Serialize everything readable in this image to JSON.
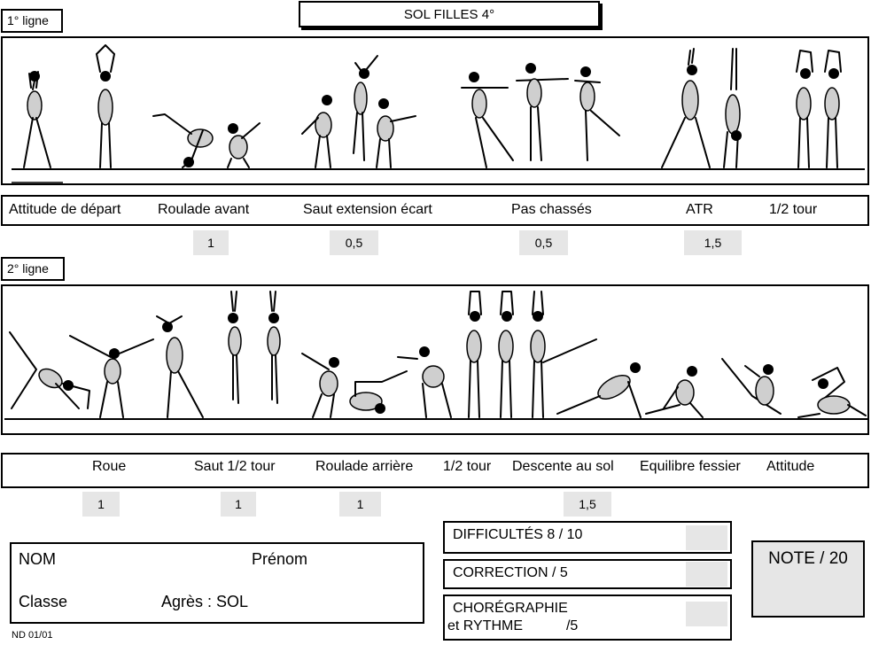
{
  "title": "SOL  FILLES  4°",
  "row1": {
    "heading": "1° ligne",
    "labels": [
      "Attitude de départ",
      "Roulade avant",
      "Saut extension écart",
      "Pas chassés",
      "ATR",
      "1/2 tour"
    ],
    "points": [
      "1",
      "0,5",
      "0,5",
      "1,5"
    ]
  },
  "row2": {
    "heading": "2° ligne",
    "labels": [
      "Roue",
      "Saut  1/2 tour",
      "Roulade arrière",
      "1/2 tour",
      "Descente au sol",
      "Equilibre fessier",
      "Attitude"
    ],
    "points": [
      "1",
      "1",
      "1",
      "1,5"
    ]
  },
  "identity": {
    "nom": "NOM",
    "prenom": "Prénom",
    "classe": "Classe",
    "agres": "Agrès :  SOL"
  },
  "scores": {
    "difficultes": "DIFFICULTÉS  8 / 10",
    "correction": "CORRECTION   / 5",
    "choregraphie_line1": "CHORÉGRAPHIE",
    "choregraphie_line2": "et RYTHME           /5",
    "note": "NOTE / 20"
  },
  "footer_code": "ND 01/01",
  "icons": [
    "gymnast-figure-icon"
  ],
  "colors": {
    "panel_grey": "#e6e6e6",
    "figure_grey": "#cfcfcf",
    "ink": "#000000"
  }
}
